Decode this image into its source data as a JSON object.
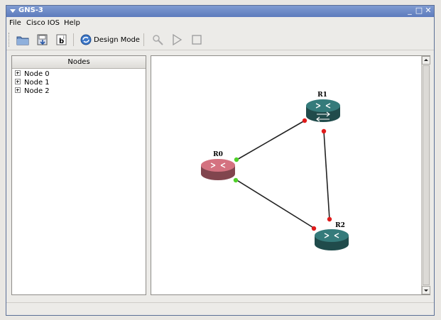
{
  "window": {
    "title": "GNS-3",
    "controls": {
      "minimize": "_",
      "maximize": "□",
      "close": "✕"
    }
  },
  "menu": [
    {
      "label": "File"
    },
    {
      "label": "Cisco IOS"
    },
    {
      "label": "Help"
    }
  ],
  "toolbar": {
    "design_mode_label": "Design Mode",
    "icons": [
      "open-folder-icon",
      "save-icon",
      "ios-config-icon",
      "design-mode-icon",
      "capture-icon",
      "start-icon",
      "stop-icon"
    ]
  },
  "nodes_panel": {
    "header": "Nodes",
    "items": [
      {
        "label": "Node 0"
      },
      {
        "label": "Node 1"
      },
      {
        "label": "Node 2"
      }
    ]
  },
  "topology": {
    "routers": [
      {
        "label": "R0",
        "color": "#b8636f"
      },
      {
        "label": "R1",
        "color": "#2e6b6b"
      },
      {
        "label": "R2",
        "color": "#2e6b6b"
      }
    ],
    "link_colors": {
      "up": "#4fd12a",
      "down": "#e01b1b"
    }
  }
}
